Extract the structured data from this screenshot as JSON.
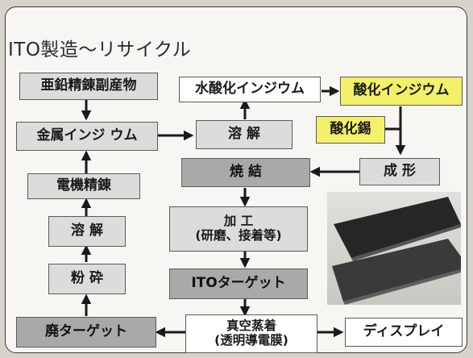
{
  "title": "ITO製造～リサイクル",
  "boxes": {
    "zinc": "亜鉛精錬副産物",
    "metal_indium": "金属インジ ウム",
    "electrorefine": "電機精錬",
    "dissolve_left": "溶 解",
    "crush": "粉 砕",
    "waste_target": "廃ターゲット",
    "hydroxide": "水酸化インジウム",
    "dissolve_mid": "溶 解",
    "sinter": "焼 結",
    "process_1": "加 工",
    "process_2": "(研磨、接着等)",
    "ito_target": "ITOターゲット",
    "vacuum_1": "真空蒸着",
    "vacuum_2": "(透明導電膜)",
    "display": "ディスプレイ",
    "indium_oxide": "酸化インジウム",
    "tin_oxide": "酸化錫",
    "forming": "成 形"
  },
  "colors": {
    "light_box": "#dcdcdc",
    "dark_box": "#a9a9a9",
    "highlight_box": "#f3f06a",
    "arrow": "#1a1a1a"
  }
}
